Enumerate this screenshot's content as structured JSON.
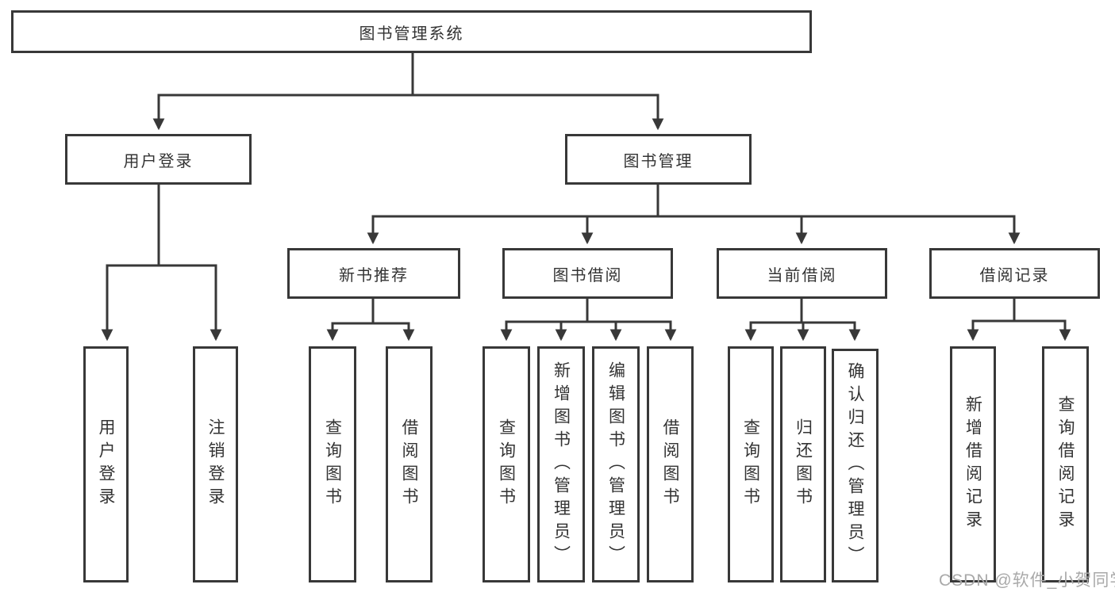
{
  "tree": {
    "root": "图书管理系统",
    "branches": [
      {
        "label": "用户登录",
        "children": [
          "用户登录",
          "注销登录"
        ]
      },
      {
        "label": "图书管理",
        "groups": [
          {
            "label": "新书推荐",
            "children": [
              "查询图书",
              "借阅图书"
            ]
          },
          {
            "label": "图书借阅",
            "children": [
              "查询图书",
              "新增图书（管理员）",
              "编辑图书（管理员）",
              "借阅图书"
            ]
          },
          {
            "label": "当前借阅",
            "children": [
              "查询图书",
              "归还图书",
              "确认归还（管理员）"
            ]
          },
          {
            "label": "借阅记录",
            "children": [
              "新增借阅记录",
              "查询借阅记录"
            ]
          }
        ]
      }
    ]
  },
  "watermark": {
    "text": "CSDN @软件_小贺同学"
  },
  "colors": {
    "line": "#383838",
    "text": "#333333",
    "watermark": "#a9a9a9",
    "background": "#ffffff"
  }
}
